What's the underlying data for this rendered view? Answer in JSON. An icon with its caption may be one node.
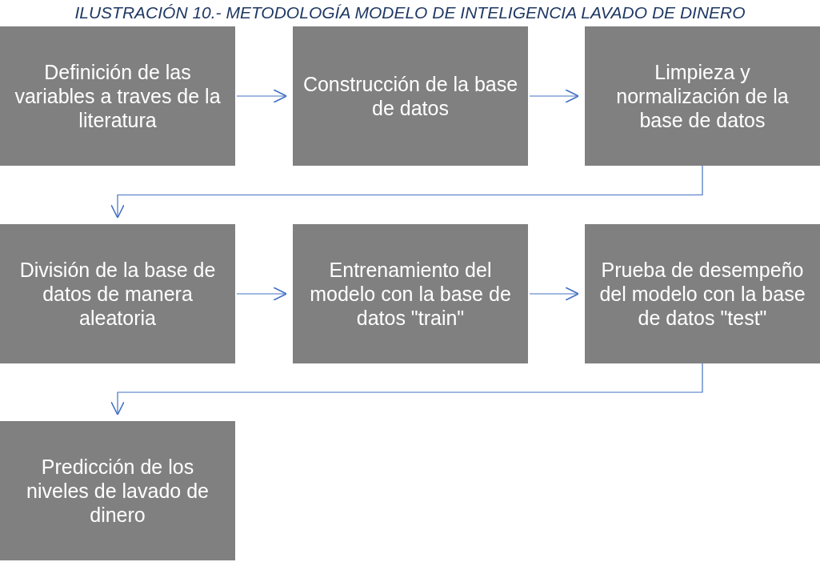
{
  "diagram": {
    "title": "ILUSTRACIÓN 10.- METODOLOGÍA MODELO DE INTELIGENCIA LAVADO DE DINERO",
    "nodes": [
      {
        "text": [
          "Definición de las variables a traves de la literatura"
        ]
      },
      {
        "text": [
          "Construcción de la base de datos"
        ]
      },
      {
        "text": [
          "Limpieza y normalización de la base de datos"
        ]
      },
      {
        "text": [
          "División de la base de datos de manera aleatoria"
        ]
      },
      {
        "text": [
          "Entrenamiento del modelo con la base de datos \"train\""
        ]
      },
      {
        "text": [
          "Prueba de desempeño del modelo con la base de datos \"test\""
        ]
      },
      {
        "text": [
          "Predicción de los niveles de lavado de dinero"
        ]
      }
    ],
    "edges": [
      {
        "from": 0,
        "to": 1,
        "arrow": "to"
      },
      {
        "from": 1,
        "to": 2,
        "arrow": "to"
      },
      {
        "from": 2,
        "to": 3,
        "arrow": "to"
      },
      {
        "from": 3,
        "to": 4,
        "arrow": "to"
      },
      {
        "from": 4,
        "to": 5,
        "arrow": "to"
      },
      {
        "from": 5,
        "to": 6,
        "arrow": "to"
      }
    ]
  }
}
